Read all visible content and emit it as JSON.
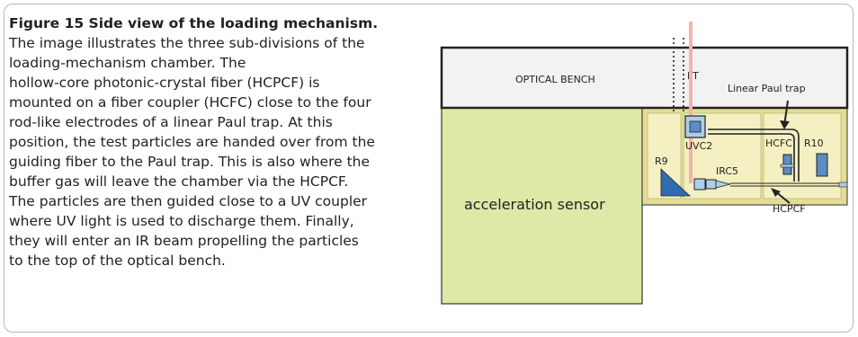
{
  "caption": {
    "title": "Figure 15  Side view of the loading mechanism.",
    "lines": [
      "The image illustrates the three sub-divisions of the",
      "loading-mechanism chamber. The",
      "hollow-core photonic-crystal fiber (HCPCF) is",
      "mounted on a fiber coupler (HCFC) close to the four",
      "rod-like electrodes of a linear Paul trap. At this",
      "position, the test particles are handed over from the",
      "guiding fiber to the Paul trap. This is also where the",
      "buffer gas will leave the chamber via the HCPCF.",
      "The particles are then guided close to a UV coupler",
      "where UV light is used to discharge them. Finally,",
      "they will enter an IR beam propelling the particles",
      "to the top of the optical bench."
    ]
  },
  "diagram": {
    "labels": {
      "optical_bench": "OPTICAL BENCH",
      "ft": "FT",
      "linear_paul_trap": "Linear Paul trap",
      "acceleration_sensor": "acceleration sensor",
      "uvc2": "UVC2",
      "hcfc": "HCFC",
      "r10": "R10",
      "r9": "R9",
      "irc5": "IRC5",
      "hcpcf": "HCPCF"
    },
    "colors": {
      "green_box": "#dfe8a6",
      "yellow_chamber": "#e3de94",
      "inner_chamber": "#f5f0c2",
      "bench": "#f2f2f2",
      "beam": "#f3b3ab",
      "component_blue": "#5b8cc4",
      "component_light_blue": "#aecde8"
    }
  }
}
